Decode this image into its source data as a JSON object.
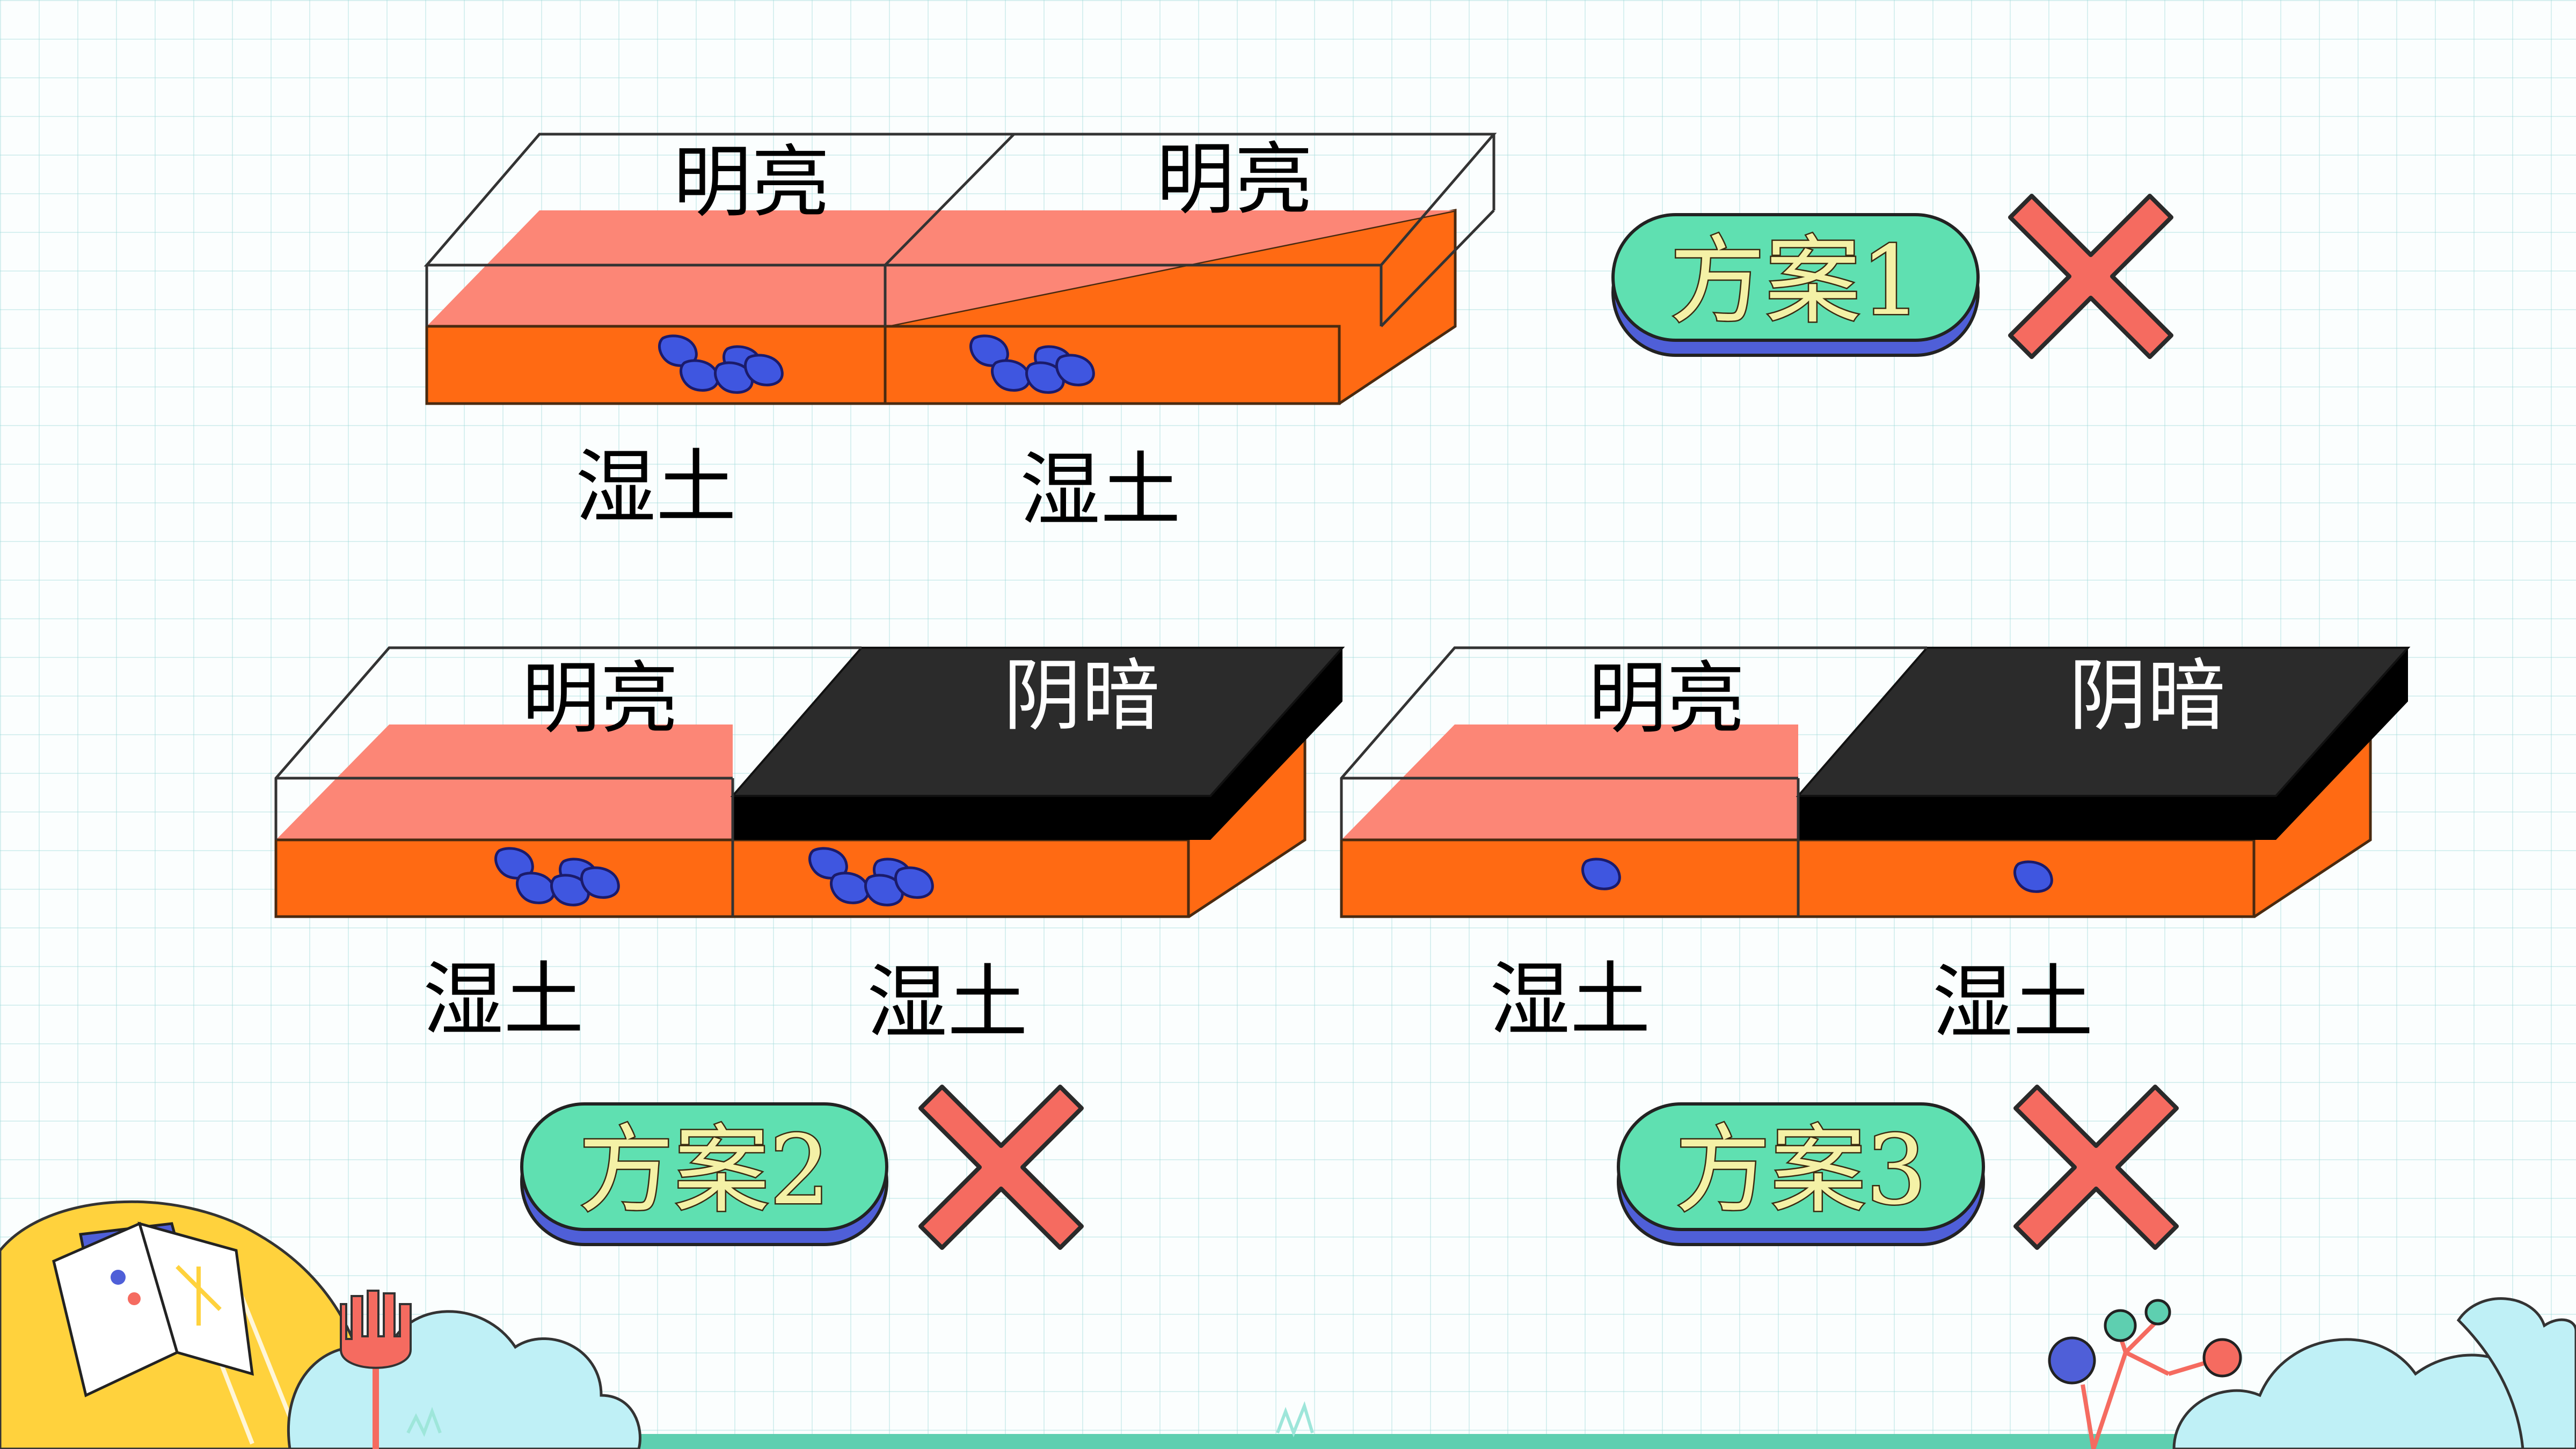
{
  "slide": {
    "colors": {
      "soil_front": "#ff6a13",
      "soil_top": "#fc8676",
      "dark_lid": "#2b2b2b",
      "dark_front": "#000000",
      "bug": "#3f56e0",
      "plan_badge": "#5fe0b1",
      "plan_shadow": "#4f5fd8",
      "cross": "#f56b60"
    },
    "scheme1": {
      "left_label": "明亮",
      "right_label": "明亮",
      "soil_left": "湿土",
      "soil_right": "湿土",
      "plan_label": "方案1",
      "result_icon": "cross-icon"
    },
    "scheme2": {
      "left_label": "明亮",
      "right_label": "阴暗",
      "soil_left": "湿土",
      "soil_right": "湿土",
      "plan_label": "方案2",
      "result_icon": "cross-icon"
    },
    "scheme3": {
      "left_label": "明亮",
      "right_label": "阴暗",
      "soil_left": "湿土",
      "soil_right": "湿土",
      "plan_label": "方案3",
      "result_icon": "cross-icon"
    },
    "decorations": [
      "open-book-icon",
      "hand-icon",
      "cloud-icon",
      "tree-icon",
      "grass-icon"
    ]
  }
}
